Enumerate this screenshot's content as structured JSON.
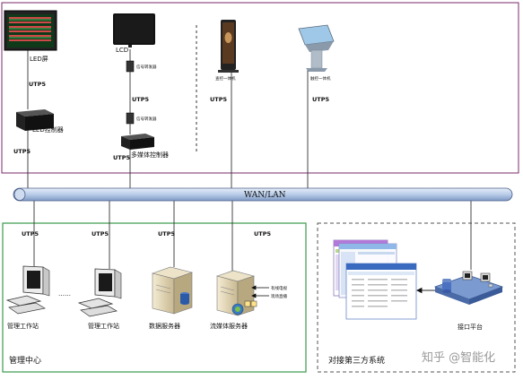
{
  "bus": {
    "label": "WAN/LAN"
  },
  "utp_label": "UTP5",
  "devices": {
    "led_screen": "LED屏",
    "lcd": "LCD",
    "signal_converter_1": "信号转发器",
    "signal_converter_2": "信号转发器",
    "led_controller": "LED控制器",
    "multimedia_controller": "多媒体控制器",
    "kiosk_display": "查控一体机",
    "touch_kiosk": "触控一体机",
    "workstation_1": "管理工作站",
    "workstation_2": "管理工作站",
    "db_server": "数据服务器",
    "stream_server": "流媒体服务器",
    "cable_tv": "有线电视",
    "live_broadcast": "现场直播",
    "interface_platform": "接口平台"
  },
  "regions": {
    "mgmt_center": "管理中心",
    "third_party": "对接第三方系统"
  },
  "watermark": "知乎 @智能化",
  "colors": {
    "top_border": "#7a2a6a",
    "mgmt_border": "#3a9a4a",
    "third_border": "#555555",
    "bus_fill": "#b8cce8"
  }
}
